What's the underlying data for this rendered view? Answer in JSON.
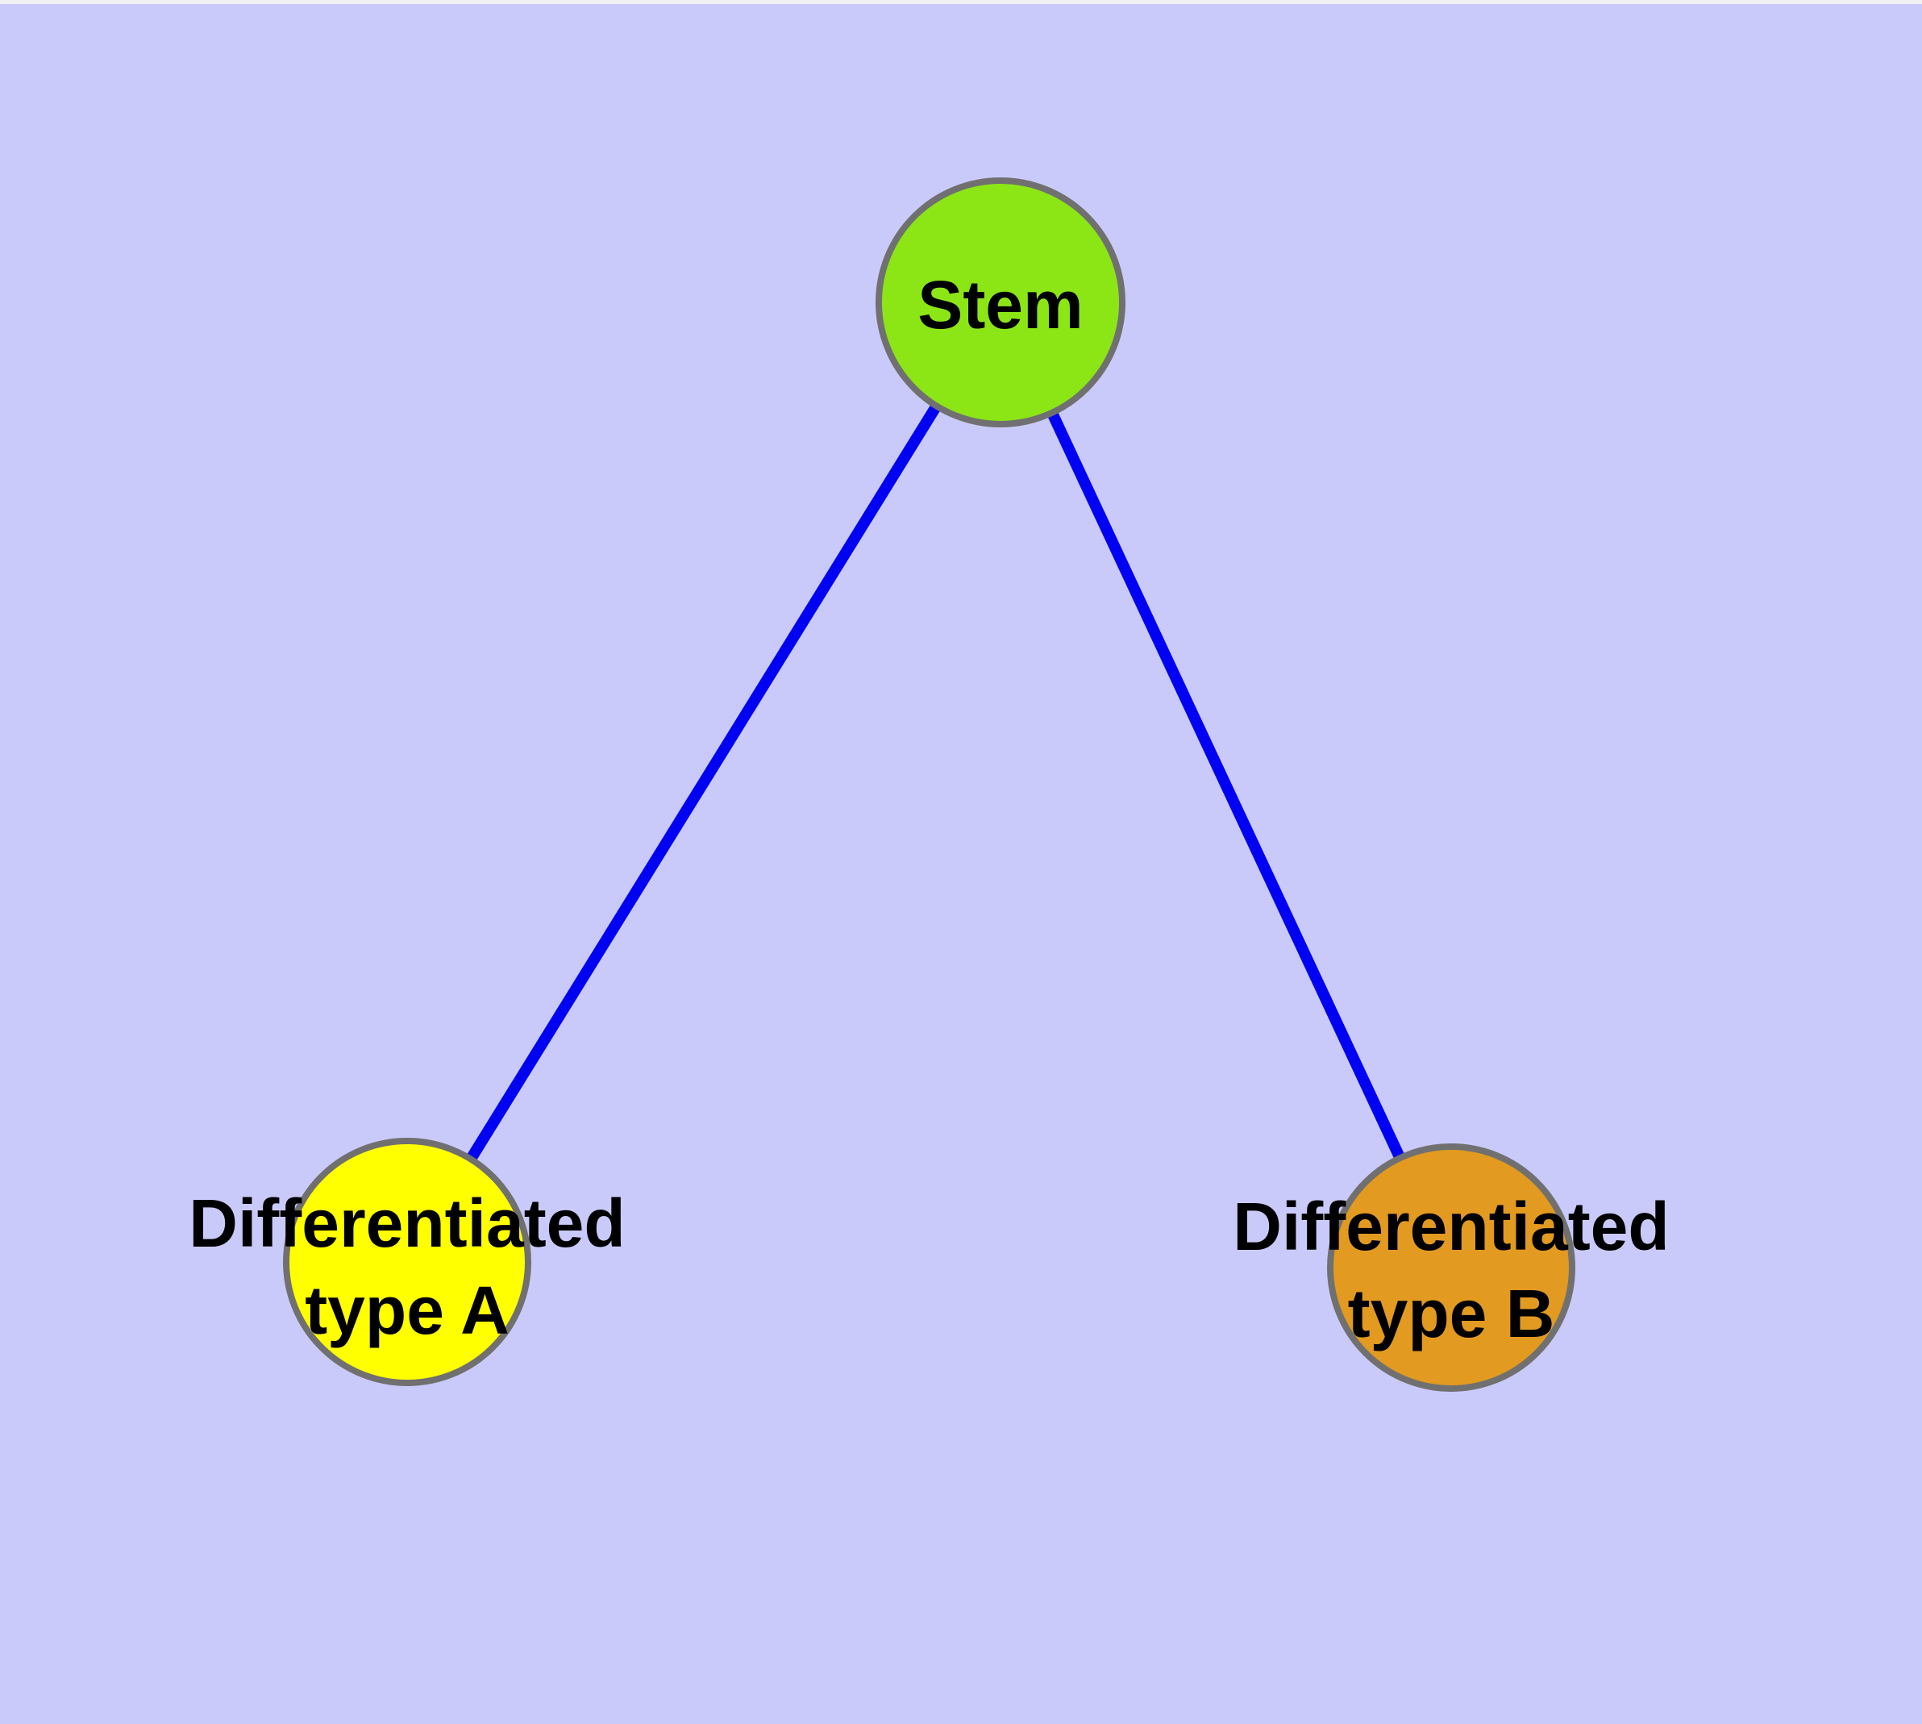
{
  "canvas": {
    "background_color": "#cacafa",
    "top_strip_color": "#f1f1f7"
  },
  "graph": {
    "type": "node-link-diagram",
    "edge_color": "#0202f2",
    "edge_width": 14,
    "node_border_color": "#707070",
    "node_border_width": 8,
    "label_color": "#000000",
    "nodes": [
      {
        "id": "stem",
        "label": "Stem",
        "fill": "#8ce616"
      },
      {
        "id": "diff-a",
        "label_line1": "Differentiated",
        "label_line2": "type A",
        "fill": "#ffff00"
      },
      {
        "id": "diff-b",
        "label_line1": "Differentiated",
        "label_line2": "type B",
        "fill": "#e29a20"
      }
    ],
    "edges": [
      {
        "from": "Stem",
        "to": "Differentiated type A"
      },
      {
        "from": "Stem",
        "to": "Differentiated type B"
      }
    ]
  }
}
